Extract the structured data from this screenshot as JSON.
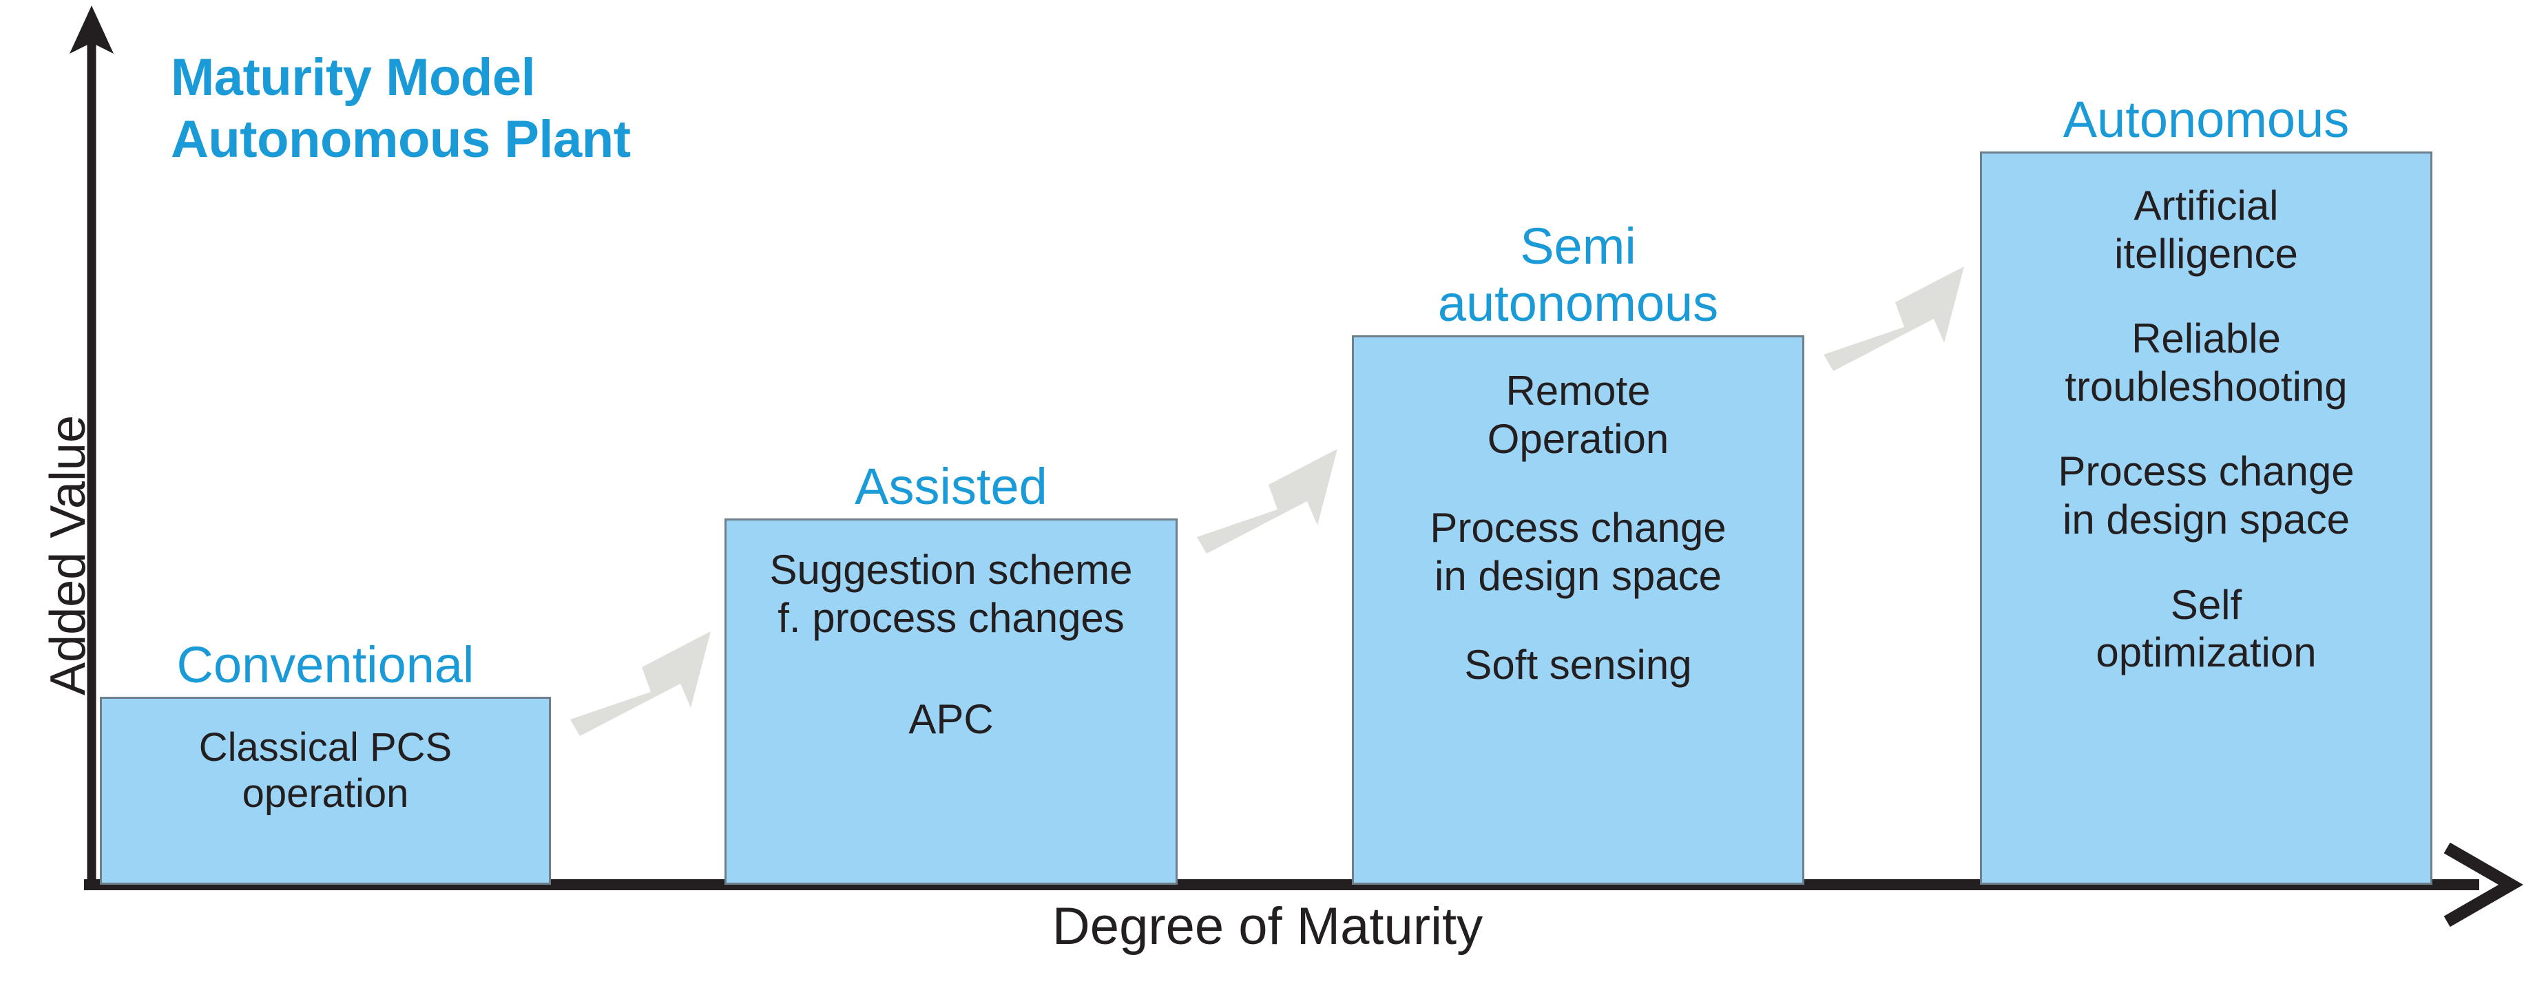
{
  "title": {
    "line1": "Maturity Model",
    "line2": "Autonomous Plant",
    "color": "#1B9AD8"
  },
  "axes": {
    "y_label": "Added Value",
    "x_label": "Degree of Maturity",
    "axis_color": "#231f20"
  },
  "colors": {
    "bar_fill": "#9CD4F5",
    "bar_stroke": "#6E7F8C",
    "stage_label": "#1B9AD8",
    "body_text": "#231f20",
    "arrow": "#DEDEDA"
  },
  "chart_data": {
    "type": "bar",
    "title": "Maturity Model Autonomous Plant",
    "xlabel": "Degree of Maturity",
    "ylabel": "Added Value",
    "grid": false,
    "legend": "none",
    "categories": [
      "Conventional",
      "Assisted",
      "Semi autonomous",
      "Autonomous"
    ],
    "values": [
      1,
      2,
      3,
      4
    ],
    "ylim": [
      0,
      4.3
    ],
    "annotations": [
      "Arrow from Conventional to Assisted",
      "Arrow from Assisted to Semi autonomous",
      "Arrow from Semi autonomous to Autonomous"
    ]
  },
  "stages": [
    {
      "label_lines": [
        "Conventional"
      ],
      "items": [
        "Classical PCS\noperation"
      ]
    },
    {
      "label_lines": [
        "Assisted"
      ],
      "items": [
        "Suggestion scheme\nf. process changes",
        "APC"
      ]
    },
    {
      "label_lines": [
        "Semi",
        "autonomous"
      ],
      "items": [
        "Remote\nOperation",
        "Process change\nin design space",
        "Soft sensing"
      ]
    },
    {
      "label_lines": [
        "Autonomous"
      ],
      "items": [
        "Artificial\nitelligence",
        "Reliable\ntroubleshooting",
        "Process change\nin design space",
        "Self\noptimization"
      ]
    }
  ]
}
